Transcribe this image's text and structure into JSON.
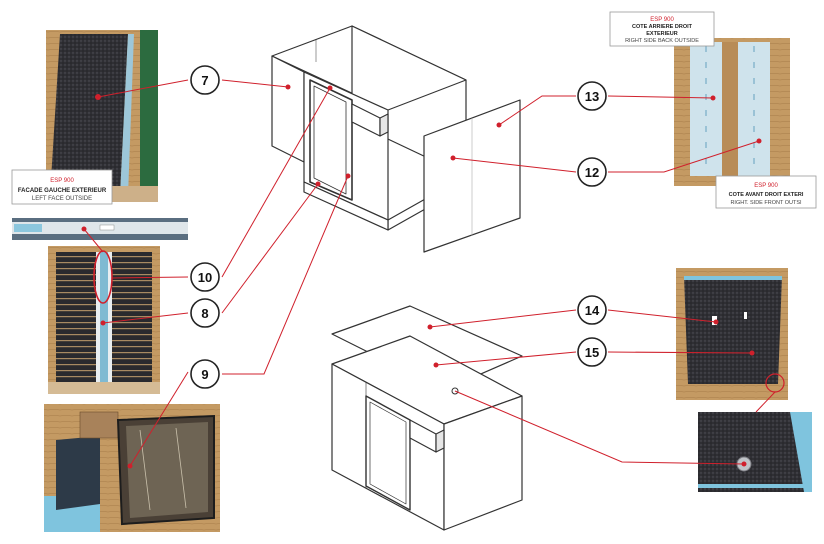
{
  "callouts": [
    {
      "id": "c7",
      "number": "7"
    },
    {
      "id": "c10",
      "number": "10"
    },
    {
      "id": "c8",
      "number": "8"
    },
    {
      "id": "c9",
      "number": "9"
    },
    {
      "id": "c13",
      "number": "13"
    },
    {
      "id": "c12",
      "number": "12"
    },
    {
      "id": "c14",
      "number": "14"
    },
    {
      "id": "c15",
      "number": "15"
    }
  ],
  "labels": {
    "left_face": {
      "code": "ESP 900",
      "line1": "FACADE GAUCHE EXTERIEUR",
      "line2": "LEFT FACE OUTSIDE"
    },
    "right_back": {
      "code": "ESP 900",
      "line1": "COTE ARRIERE DROIT",
      "line1b": "EXTERIEUR",
      "line2": "RIGHT SIDE BACK OUTSIDE"
    },
    "right_front": {
      "code": "ESP 900",
      "line1": "COTE AVANT DROIT EXTERI",
      "line2": "RIGHT. SIDE FRONT OUTSI"
    }
  },
  "colors": {
    "leader": "#d0202c",
    "panel_tan": "#c8a06a",
    "wood": "#b98a55",
    "foam_blue": "#7fc4de",
    "texture_dark": "#2b2b30",
    "outline": "#333333"
  }
}
